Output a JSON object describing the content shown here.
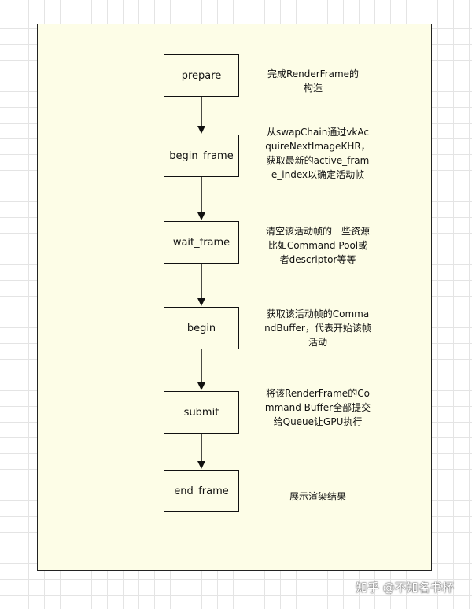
{
  "steps": [
    {
      "label": "prepare",
      "note": "完成RenderFrame的构造"
    },
    {
      "label": "begin_frame",
      "note": "从swapChain通过vkAcquireNextImageKHR，获取最新的active_frame_index以确定活动帧"
    },
    {
      "label": "wait_frame",
      "note": "清空该活动帧的一些资源比如Command Pool或者descriptor等等"
    },
    {
      "label": "begin",
      "note": "获取该活动帧的CommandBuffer，代表开始该帧活动"
    },
    {
      "label": "submit",
      "note": "将该RenderFrame的Command Buffer全部提交给Queue让GPU执行"
    },
    {
      "label": "end_frame",
      "note": "展示渲染结果"
    }
  ],
  "watermark": "知乎 @不知名书杯",
  "colors": {
    "canvas_fill": "#fdfde7",
    "stroke": "#111111",
    "grid": "#e4e4e4"
  }
}
